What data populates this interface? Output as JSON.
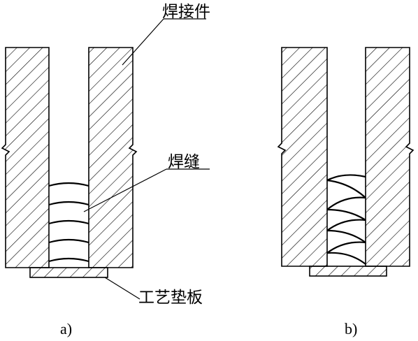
{
  "labels": {
    "workpiece": "焊接件",
    "weld": "焊缝",
    "backing_plate": "工艺垫板",
    "sub_a": "a)",
    "sub_b": "b)"
  },
  "colors": {
    "line": "#000000",
    "background": "#ffffff"
  }
}
